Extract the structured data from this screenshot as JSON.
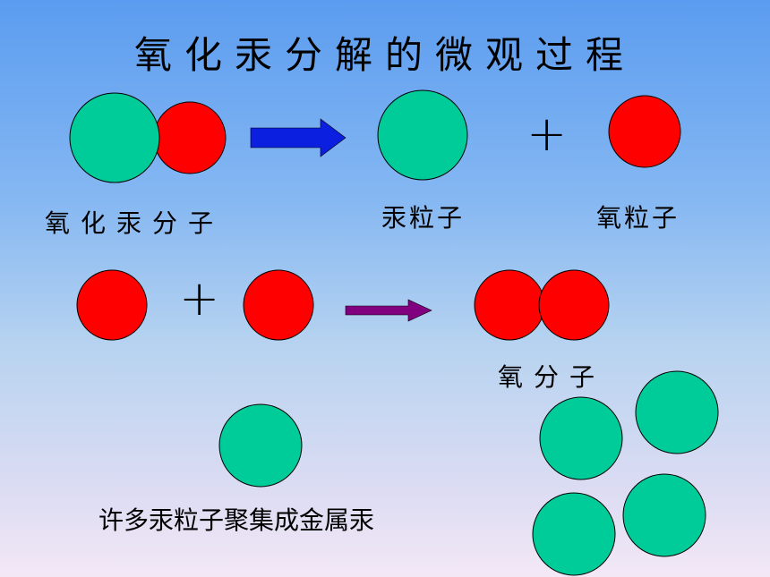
{
  "title": "氧化汞分解的微观过程",
  "labels": {
    "mercury_oxide_molecule": "氧化汞分子",
    "mercury_atom": "汞粒子",
    "oxygen_atom": "氧粒子",
    "oxygen_molecule": "氧分子",
    "metal_mercury": "许多汞粒子聚集成金属汞"
  },
  "symbols": {
    "plus_1": "+",
    "plus_2": "+"
  },
  "colors": {
    "mercury": "#00cc99",
    "oxygen": "#ff0000",
    "arrow_1": "#0a1fe0",
    "arrow_2": "#800080",
    "outline": "#000000"
  }
}
